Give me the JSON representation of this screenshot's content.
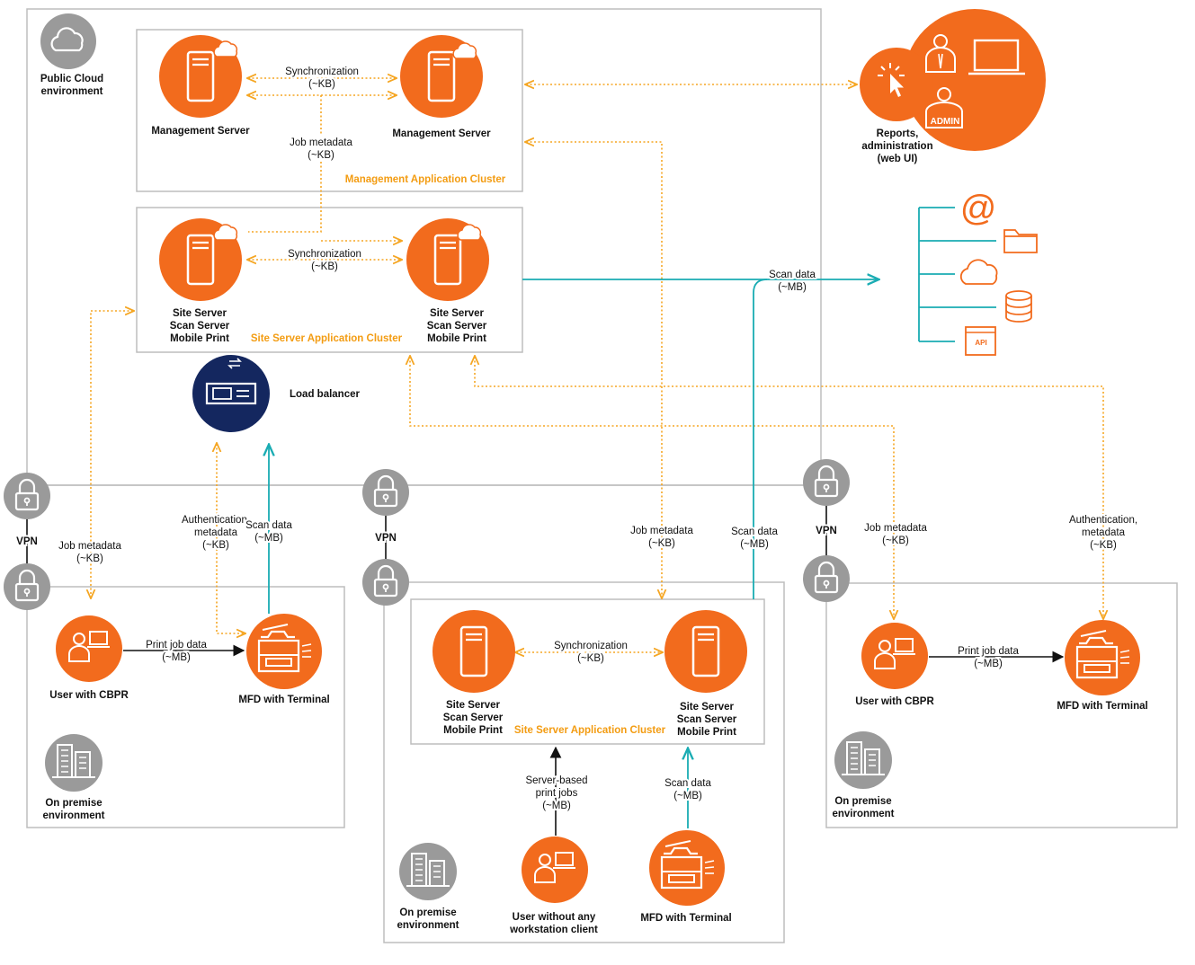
{
  "colors": {
    "orange": "#f26b1d",
    "orange_line": "#f5a623",
    "teal": "#1aacb3",
    "navy": "#14275f",
    "gray_icon": "#9a9a9a",
    "box_border": "#bdbdbd",
    "cluster_label": "#f39c12"
  },
  "zones": {
    "cloud": {
      "title": [
        "Public Cloud",
        "environment"
      ],
      "icon": "cloud-icon"
    },
    "onprem_left": {
      "title": [
        "On premise",
        "environment"
      ],
      "icon": "building-icon"
    },
    "onprem_center": {
      "title": [
        "On premise",
        "environment"
      ],
      "icon": "building-icon"
    },
    "onprem_right": {
      "title": [
        "On premise",
        "environment"
      ],
      "icon": "building-icon"
    }
  },
  "clusters": {
    "management": "Management Application Cluster",
    "site_cloud": "Site Server Application Cluster",
    "site_onprem": "Site Server Application Cluster"
  },
  "nodes": {
    "mgmt1": [
      "Management Server"
    ],
    "mgmt2": [
      "Management Server"
    ],
    "site1": [
      "Site Server",
      "Scan Server",
      "Mobile Print"
    ],
    "site2": [
      "Site Server",
      "Scan Server",
      "Mobile Print"
    ],
    "site3": [
      "Site Server",
      "Scan Server",
      "Mobile Print"
    ],
    "site4": [
      "Site Server",
      "Scan Server",
      "Mobile Print"
    ],
    "load_balancer": [
      "Load balancer"
    ],
    "reports": [
      "Reports,",
      "administration",
      "(web UI)"
    ],
    "admin_badge": "ADMIN",
    "api_badge": "API",
    "user_left": [
      "User with CBPR"
    ],
    "mfd_left": [
      "MFD with Terminal"
    ],
    "user_right": [
      "User with CBPR"
    ],
    "mfd_right": [
      "MFD with Terminal"
    ],
    "user_center": [
      "User without any",
      "workstation client"
    ],
    "mfd_center": [
      "MFD with Terminal"
    ]
  },
  "vpn": {
    "left": "VPN",
    "center": "VPN",
    "right": "VPN"
  },
  "flows": {
    "sync_mgmt": [
      "Synchronization",
      "(~KB)"
    ],
    "job_meta_mgmt": [
      "Job metadata",
      "(~KB)"
    ],
    "sync_site_cloud": [
      "Synchronization",
      "(~KB)"
    ],
    "scan_to_dest": [
      "Scan data",
      "(~MB)"
    ],
    "job_meta_left": [
      "Job metadata",
      "(~KB)"
    ],
    "auth_left": [
      "Authentication,",
      "metadata",
      "(~KB)"
    ],
    "scan_left": [
      "Scan data",
      "(~MB)"
    ],
    "print_left": [
      "Print job data",
      "(~MB)"
    ],
    "job_meta_center": [
      "Job metadata",
      "(~KB)"
    ],
    "scan_center": [
      "Scan data",
      "(~MB)"
    ],
    "sync_site_onprem": [
      "Synchronization",
      "(~KB)"
    ],
    "server_print": [
      "Server-based",
      "print jobs",
      "(~MB)"
    ],
    "scan_center_up": [
      "Scan data",
      "(~MB)"
    ],
    "job_meta_right": [
      "Job metadata",
      "(~KB)"
    ],
    "auth_right": [
      "Authentication,",
      "metadata",
      "(~KB)"
    ],
    "print_right": [
      "Print job data",
      "(~MB)"
    ]
  },
  "destinations": [
    "email-icon",
    "folder-icon",
    "cloud-storage-icon",
    "database-icon",
    "api-icon"
  ]
}
